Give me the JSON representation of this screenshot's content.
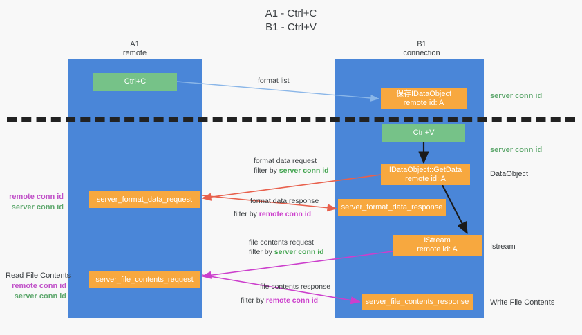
{
  "title": {
    "line1": "A1 - Ctrl+C",
    "line2": "B1 - Ctrl+V"
  },
  "columns": [
    {
      "name": "A1",
      "sub": "remote"
    },
    {
      "name": "B1",
      "sub": "connection"
    }
  ],
  "nodes": [
    {
      "id": "ctrl-c",
      "label": "Ctrl+C",
      "sub": "",
      "color": "#76c288"
    },
    {
      "id": "save-idataobject",
      "label": "保存IDataObject",
      "sub": "remote id: A",
      "color": "#f7a83f"
    },
    {
      "id": "ctrl-v",
      "label": "Ctrl+V",
      "sub": "",
      "color": "#76c288"
    },
    {
      "id": "idataobject-getdata",
      "label": "IDataObject::GetData",
      "sub": "remote id: A",
      "color": "#f7a83f"
    },
    {
      "id": "server-format-data-request",
      "label": "server_format_data_request",
      "sub": "",
      "color": "#f7a83f"
    },
    {
      "id": "server-format-data-response",
      "label": "server_format_data_response",
      "sub": "",
      "color": "#f7a83f"
    },
    {
      "id": "istream",
      "label": "IStream",
      "sub": "remote id: A",
      "color": "#f7a83f"
    },
    {
      "id": "server-file-contents-request",
      "label": "server_file_contents_request",
      "sub": "",
      "color": "#f7a83f"
    },
    {
      "id": "server-file-contents-response",
      "label": "server_file_contents_response",
      "sub": "",
      "color": "#f7a83f"
    }
  ],
  "edge_labels": {
    "format_list": "format list",
    "format_data_request": "format data request",
    "format_data_request_filter_prefix": "filter by ",
    "format_data_request_filter_key": "server conn id",
    "format_data_response": "format data response",
    "format_data_response_filter_prefix": "filter by ",
    "format_data_response_filter_key": "remote conn id",
    "file_contents_request": "file contents request",
    "file_contents_request_filter_prefix": "filter by ",
    "file_contents_request_filter_key": "server conn id",
    "file_contents_response": "file contents response",
    "file_contents_response_filter_prefix": "filter by ",
    "file_contents_response_filter_key": "remote conn id"
  },
  "right_annotations": [
    {
      "id": "server-conn-id-top",
      "text": "server conn id",
      "style": "green"
    },
    {
      "id": "server-conn-id-mid",
      "text": "server conn id",
      "style": "green"
    },
    {
      "id": "dataobject",
      "text": "DataObject",
      "style": "plain"
    },
    {
      "id": "istream-label",
      "text": "Istream",
      "style": "plain"
    },
    {
      "id": "write-file-contents",
      "text": "Write File Contents",
      "style": "plain"
    }
  ],
  "left_annotations": [
    {
      "id": "remote-conn-id-1",
      "text": "remote conn id",
      "style": "magenta"
    },
    {
      "id": "server-conn-id-1",
      "text": "server conn id",
      "style": "green"
    },
    {
      "id": "read-file-contents",
      "text": "Read File Contents",
      "style": "plain"
    },
    {
      "id": "remote-conn-id-2",
      "text": "remote conn id",
      "style": "magenta"
    },
    {
      "id": "server-conn-id-2",
      "text": "server conn id",
      "style": "green"
    }
  ],
  "colors": {
    "lane": "#4a86d8",
    "green_node": "#76c288",
    "orange_node": "#f7a83f",
    "arrow_blue": "#8ab6e8",
    "arrow_red": "#e8604c",
    "arrow_magenta": "#cc3fcc",
    "arrow_dark": "#1a1a1a",
    "divider": "#222222",
    "background": "#f8f8f8"
  }
}
